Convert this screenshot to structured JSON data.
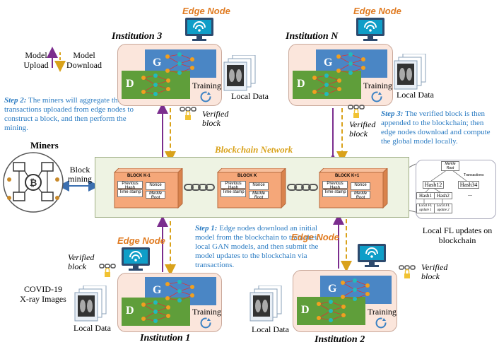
{
  "edge_node_label": "Edge Node",
  "institutions": {
    "inst3": "Institution 3",
    "instN": "Institution N",
    "inst1": "Institution 1",
    "inst2": "Institution 2"
  },
  "gan": {
    "g": "G",
    "d": "D",
    "training": "Training"
  },
  "local_data": "Local Data",
  "legend": {
    "upload": "Model\nUpload",
    "download": "Model\nDownload"
  },
  "steps": {
    "step1_title": "Step 1:",
    "step1_text": " Edge nodes download an initial model from the blockchain to train their local GAN models, and then submit the model updates to the blockchain via transactions.",
    "step2_title": "Step 2:",
    "step2_text": " The miners will aggregate the transactions uploaded from edge nodes to construct a block, and then perform the mining.",
    "step3_title": "Step 3:",
    "step3_text": " The verified block is then appended to the blockchain; then edge nodes download and compute the global model locally."
  },
  "verified_block": "Verified\nblock",
  "blockchain_network": "Blockchain Network",
  "miners": "Miners",
  "block_mining": "Block\nmining",
  "blocks": [
    {
      "title": "BLOCK K-1"
    },
    {
      "title": "BLOCK K"
    },
    {
      "title": "BLOCK K+1"
    }
  ],
  "block_fields": {
    "prev_hash": "Previous Hash",
    "nonce": "Nonce",
    "time_stamp": "Time stamp",
    "merkle_root": "Merkle Root"
  },
  "merkle": {
    "root": "Merkle Root",
    "transactions": "Transactions",
    "hash12": "Hash12",
    "hash34": "Hash34",
    "hash1": "Hash1",
    "hash2": "Hash2",
    "ellipsis": "...",
    "update1": "Local FL update 1",
    "update2": "Local FL update 2",
    "caption": "Local FL updates on blockchain"
  },
  "covid": "COVID-19\nX-ray Images",
  "colors": {
    "upload_arrow": "#7b2d8e",
    "download_arrow": "#d9a21b",
    "edge_orange": "#e07b21",
    "step_blue": "#2a7bc2"
  }
}
